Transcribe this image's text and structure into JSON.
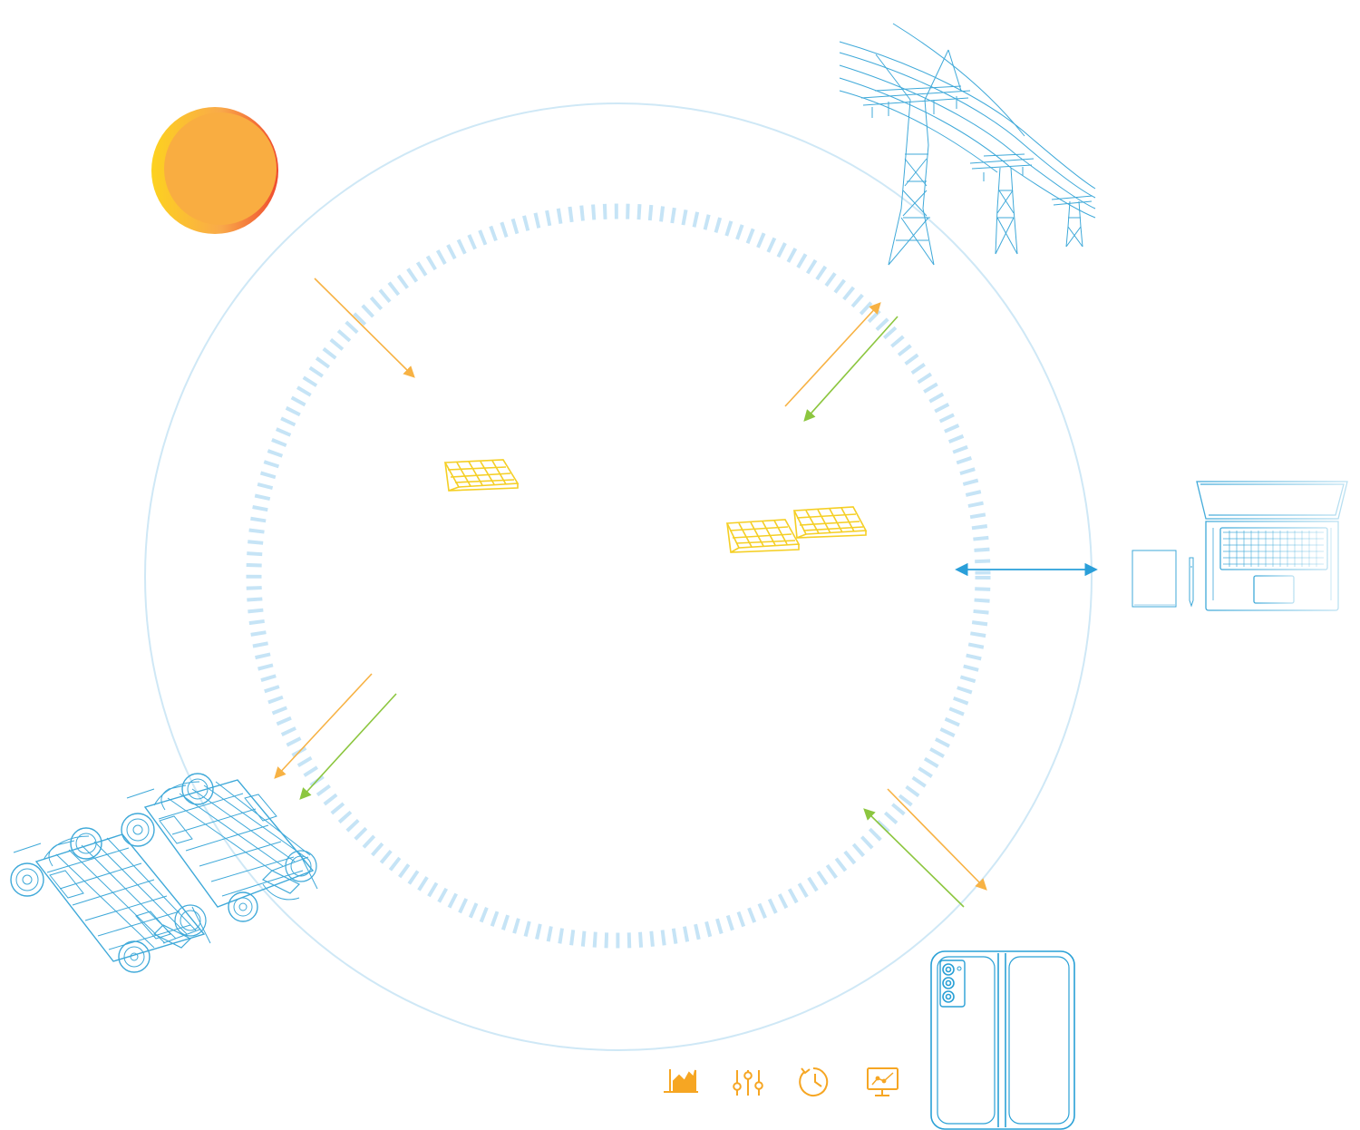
{
  "colors": {
    "orbit": "#cfe8f6",
    "dash_ring": "#c6e4f6",
    "outline_blue": "#3fa9d9",
    "device_blue": "#29a0d6",
    "solar_yellow": "#f5cf25",
    "flow_orange": "#f7b244",
    "flow_green": "#8cc63f",
    "data_blue": "#2a9fd9",
    "icon_orange": "#f6a623",
    "sun_core": "#f9ad41",
    "sun_edge_yellow": "#fdd21f",
    "sun_edge_red": "#ef4a2e"
  },
  "nodes": {
    "sun": {
      "icon": "sun-icon"
    },
    "grid": {
      "icon": "power-transmission-towers-icon"
    },
    "office": {
      "icons": [
        "laptop-icon",
        "notepad-icon",
        "pen-icon"
      ]
    },
    "phone": {
      "icon": "foldable-phone-icon"
    },
    "vehicles": {
      "icon": "ev-chassis-icon"
    },
    "solar_left": {
      "icon": "solar-panel-icon"
    },
    "solar_right": {
      "icon": "solar-panel-array-icon"
    }
  },
  "flows": [
    {
      "from": "sun",
      "to": "center",
      "kind": "energy",
      "color": "flow_orange"
    },
    {
      "from": "center",
      "to": "grid",
      "kind": "energy",
      "color": "flow_orange"
    },
    {
      "from": "grid",
      "to": "center",
      "kind": "energy",
      "color": "flow_green"
    },
    {
      "from": "center",
      "to": "vehicles",
      "kind": "energy",
      "color": "flow_orange"
    },
    {
      "from": "center",
      "to": "vehicles",
      "kind": "energy",
      "color": "flow_green"
    },
    {
      "from": "center",
      "to": "phone",
      "kind": "energy",
      "color": "flow_orange"
    },
    {
      "from": "phone",
      "to": "center",
      "kind": "energy",
      "color": "flow_green"
    },
    {
      "between": [
        "center",
        "office"
      ],
      "kind": "data",
      "color": "data_blue",
      "bidirectional": true
    }
  ],
  "app_feature_icons": [
    "area-chart-icon",
    "equalizer-sliders-icon",
    "clock-history-icon",
    "monitor-line-chart-icon"
  ]
}
